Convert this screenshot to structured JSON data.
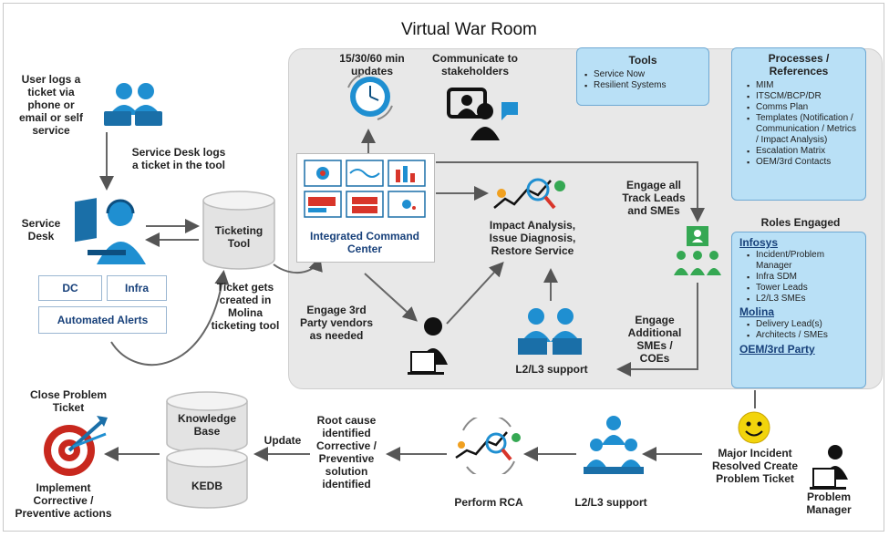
{
  "title": "Virtual War Room",
  "left": {
    "user_logs": "User logs a ticket via phone or email or self service",
    "service_desk_logs": "Service Desk logs a ticket in the tool",
    "service_desk": "Service Desk",
    "dc": "DC",
    "infra": "Infra",
    "automated_alerts": "Automated Alerts",
    "ticketing_tool": "Ticketing Tool",
    "ticket_created": "Ticket gets created in Molina ticketing tool"
  },
  "room": {
    "updates": "15/30/60 min updates",
    "communicate": "Communicate to stakeholders",
    "icc": "Integrated Command Center",
    "impact": "Impact Analysis, Issue Diagnosis, Restore Service",
    "engage_all": "Engage all Track Leads and SMEs",
    "engage_3rd": "Engage 3rd Party vendors as needed",
    "l2l3_support": "L2/L3 support",
    "engage_additional": "Engage Additional SMEs / COEs"
  },
  "tools": {
    "heading": "Tools",
    "items": [
      "Service Now",
      "Resilient Systems"
    ]
  },
  "processes": {
    "heading": "Processes / References",
    "items": [
      "MIM",
      "ITSCM/BCP/DR",
      "Comms Plan",
      "Templates (Notification / Communication / Metrics / Impact Analysis)",
      "Escalation Matrix",
      "OEM/3rd Contacts"
    ]
  },
  "roles": {
    "heading": "Roles Engaged",
    "infosys": "Infosys",
    "infosys_items": [
      "Incident/Problem Manager",
      "Infra SDM",
      "Tower Leads",
      "L2/L3 SMEs"
    ],
    "molina": "Molina",
    "molina_items": [
      "Delivery Lead(s)",
      "Architects / SMEs"
    ],
    "oem": "OEM/3rd Party"
  },
  "bottom": {
    "close_problem": "Close Problem Ticket",
    "implement": "Implement Corrective / Preventive actions",
    "knowledge_base": "Knowledge Base",
    "kedb": "KEDB",
    "update": "Update",
    "root_cause": "Root cause identified Corrective / Preventive solution identified",
    "perform_rca": "Perform RCA",
    "l2l3_support": "L2/L3 support",
    "major_incident": "Major Incident Resolved Create Problem Ticket",
    "problem_manager": "Problem Manager"
  },
  "colors": {
    "room_bg": "#e8e8e8",
    "panel_bg": "#b9e0f6",
    "icon_blue": "#1f8fd1",
    "icon_green": "#35a853",
    "text_blue": "#17407a",
    "target_red": "#c8281e",
    "smiley": "#f2d40c"
  }
}
